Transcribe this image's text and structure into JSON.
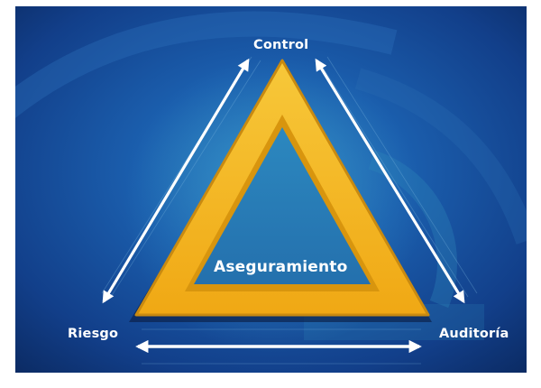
{
  "diagram": {
    "center_label": "Aseguramiento",
    "vertices": {
      "top": "Control",
      "bottom_left": "Riesgo",
      "bottom_right": "Auditoría"
    }
  },
  "colors": {
    "background_dark": "#0c2f6e",
    "background_mid": "#1a5aa8",
    "triangle_fill": "#f3b61f",
    "triangle_edge": "#c98a10",
    "inner_fill": "#2a7fb8",
    "arrow": "#ffffff",
    "text": "#ffffff"
  }
}
